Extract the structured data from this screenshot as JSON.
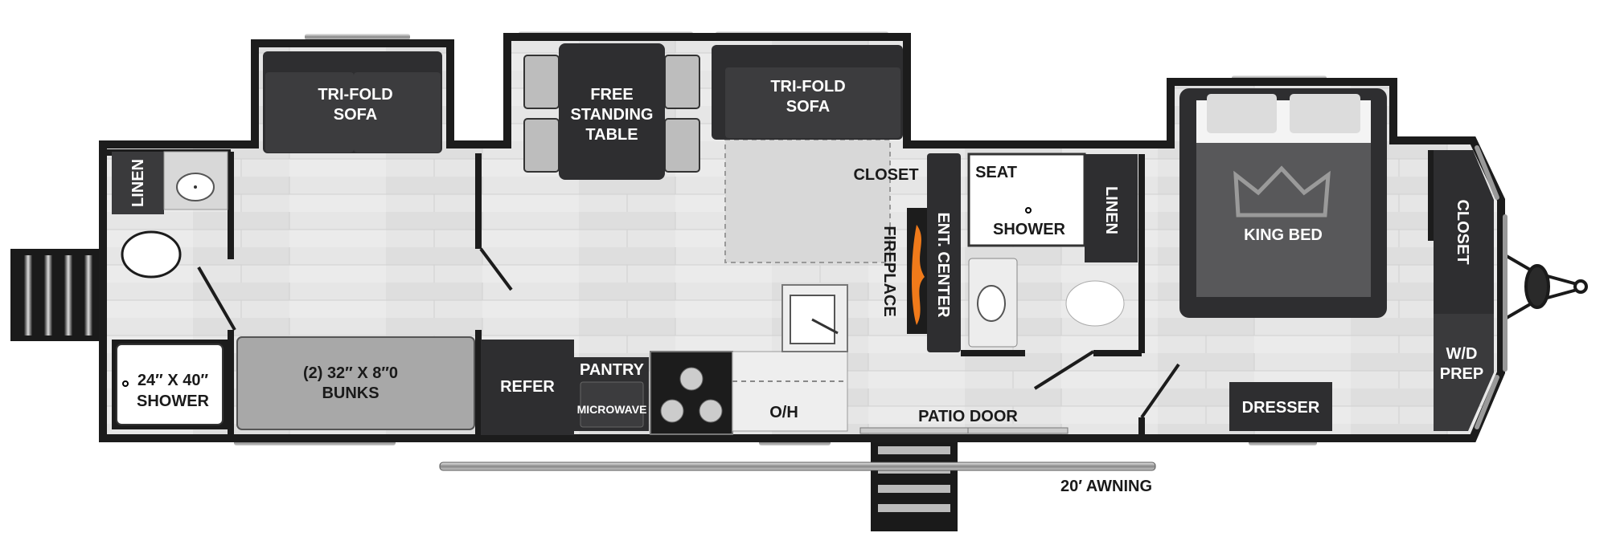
{
  "colors": {
    "wall": "#1c1c1c",
    "furniture": "#3a3a3c",
    "floor": "#e4e4e4",
    "bunks": "#a8a8a8",
    "bed": "#58585a",
    "flame": "#f07a1a"
  },
  "labels": {
    "sofa_front": [
      "TRI-FOLD",
      "SOFA"
    ],
    "table": [
      "FREE",
      "STANDING",
      "TABLE"
    ],
    "sofa_mid": [
      "TRI-FOLD",
      "SOFA"
    ],
    "linen_front": "LINEN",
    "shower_front": [
      "24″ X 40″",
      "SHOWER"
    ],
    "bunks": [
      "(2) 32″ X 8″0",
      "BUNKS"
    ],
    "refer": "REFER",
    "pantry": "PANTRY",
    "microwave": "MICROWAVE",
    "oh": "O/H",
    "closet_mid": "CLOSET",
    "fireplace": "FIREPLACE",
    "ent_center": "ENT. CENTER",
    "seat": "SEAT",
    "shower_rear": "SHOWER",
    "linen_rear": "LINEN",
    "king_bed": "KING BED",
    "closet_rear": "CLOSET",
    "wd_prep": [
      "W/D",
      "PREP"
    ],
    "dresser": "DRESSER",
    "patio_door": "PATIO DOOR",
    "awning": "20′ AWNING"
  }
}
